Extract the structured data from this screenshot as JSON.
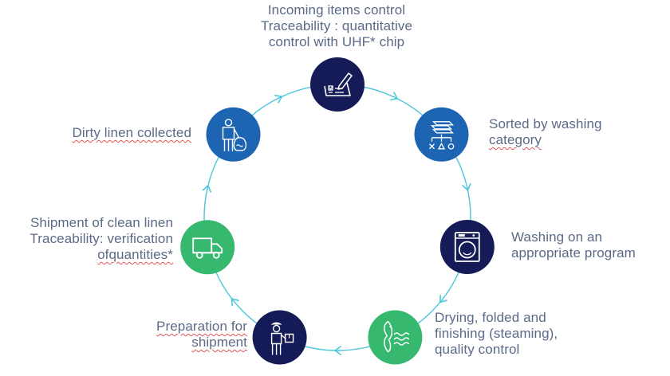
{
  "colors": {
    "navy": "#141b57",
    "blue": "#1d65b2",
    "green": "#36b86f",
    "ring": "#4cc6dc",
    "text": "#5b6a86"
  },
  "steps": [
    {
      "name": "incoming-items-control",
      "icon": "clipboard-pen-icon",
      "color": "navy",
      "lines": [
        "Incoming items control",
        "Traceability : quantitative",
        "control with UHF* chip"
      ]
    },
    {
      "name": "sorted-by-washing-category",
      "icon": "sorting-stack-icon",
      "color": "blue",
      "lines": [
        "Sorted by washing",
        "category"
      ]
    },
    {
      "name": "washing-program",
      "icon": "washing-machine-icon",
      "color": "navy",
      "lines": [
        "Washing on an",
        "appropriate program"
      ]
    },
    {
      "name": "drying-folding-finishing",
      "icon": "drying-steam-icon",
      "color": "green",
      "lines": [
        "Drying, folded and",
        "finishing (steaming),",
        "quality control"
      ]
    },
    {
      "name": "preparation-for-shipment",
      "icon": "worker-box-icon",
      "color": "navy",
      "lines": [
        "Preparation for",
        "shipment"
      ]
    },
    {
      "name": "shipment-of-clean-linen",
      "icon": "delivery-truck-icon",
      "color": "green",
      "lines": [
        "Shipment of clean linen",
        "Traceability: verification",
        "ofquantities*"
      ]
    },
    {
      "name": "dirty-linen-collected",
      "icon": "worker-laundry-bag-icon",
      "color": "blue",
      "lines": [
        "Dirty linen collected"
      ]
    }
  ]
}
